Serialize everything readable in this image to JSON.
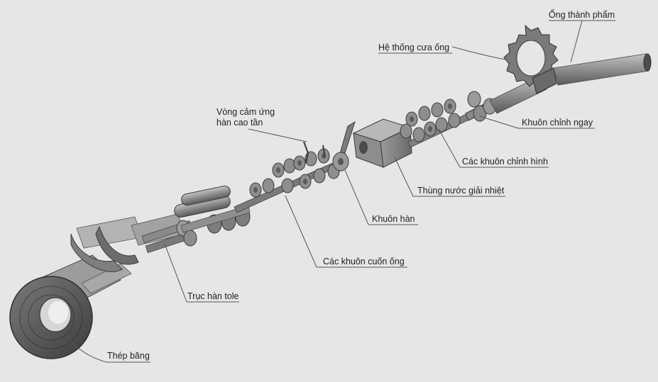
{
  "labels": {
    "finished_pipe": "Ống thành phẩm",
    "saw_system": "Hệ thống cưa ống",
    "induction_ring_line1": "Vòng cảm ứng",
    "induction_ring_line2": "hàn cao tần",
    "straightening_die": "Khuôn chỉnh ngay",
    "sizing_dies": "Các khuôn chỉnh hình",
    "cooling_tank": "Thùng nước giải nhiệt",
    "welding_die": "Khuôn hàn",
    "forming_dies": "Các khuôn cuốn ống",
    "strip_weld_roller": "Trục hàn tole",
    "steel_strip": "Thép băng"
  },
  "colors": {
    "background": "#e6e6e6",
    "machine_dark": "#5e5e5e",
    "machine_mid": "#8c8c8c",
    "machine_light": "#b8b8b8",
    "leader_line": "#555555"
  }
}
